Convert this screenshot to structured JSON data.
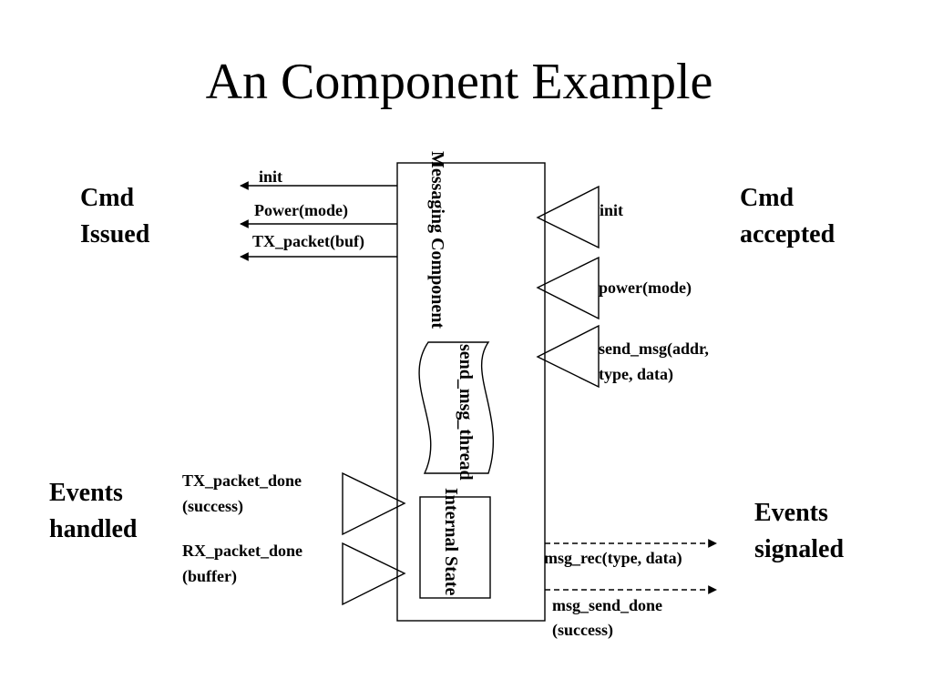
{
  "slide": {
    "title": "An Component Example",
    "component_label": "Messaging Component",
    "thread_label": "send_msg_thread",
    "state_label": "Internal State"
  },
  "left": {
    "cmd_issued_line1": "Cmd",
    "cmd_issued_line2": "Issued",
    "events_handled_line1": "Events",
    "events_handled_line2": "handled",
    "cmds": [
      "init",
      "Power(mode)",
      "TX_packet(buf)"
    ],
    "events": [
      {
        "line1": "TX_packet_done",
        "line2": "(success)"
      },
      {
        "line1": "RX_packet_done",
        "line2": "(buffer)"
      }
    ]
  },
  "right": {
    "cmd_accepted_line1": "Cmd",
    "cmd_accepted_line2": "accepted",
    "events_signaled_line1": "Events",
    "events_signaled_line2": "signaled",
    "cmds": [
      {
        "line1": "init",
        "line2": ""
      },
      {
        "line1": "power(mode)",
        "line2": ""
      },
      {
        "line1": "send_msg(addr,",
        "line2": "type, data)"
      }
    ],
    "events": [
      {
        "line1": "msg_rec(type, data)",
        "line2": ""
      },
      {
        "line1": "msg_send_done",
        "line2": "(success)"
      }
    ]
  }
}
